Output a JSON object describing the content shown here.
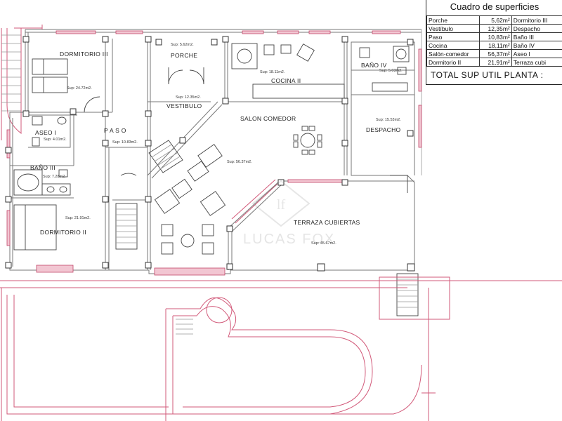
{
  "legend": {
    "title": "Cuadro de superficies",
    "rows": [
      {
        "name": "Porche",
        "value": "5,62m²",
        "right": "Dormitorio III"
      },
      {
        "name": "Vestíbulo",
        "value": "12,35m²",
        "right": "Despacho"
      },
      {
        "name": "Paso",
        "value": "10,83m²",
        "right": "Baño III"
      },
      {
        "name": "Cocina",
        "value": "18,11m²",
        "right": "Baño IV"
      },
      {
        "name": "Salón-comedor",
        "value": "56,37m²",
        "right": "Aseo I"
      },
      {
        "name": "Dormitorio II",
        "value": "21,91m²",
        "right": "Terraza cubi"
      }
    ],
    "total": "TOTAL SUP UTIL PLANTA :"
  },
  "rooms": {
    "dormitorio3": {
      "name": "DORMITORIO  III",
      "sup": "Sup:  24.72m2."
    },
    "porche": {
      "name": "PORCHE",
      "sup": "Sup:  5.62m2."
    },
    "cocina": {
      "name": "COCINA  II",
      "sup": "Sup:  18.11m2."
    },
    "bano4": {
      "name": "BAÑO  IV",
      "sup": "Sup:  5.03m2."
    },
    "vestibulo": {
      "name": "VESTIBULO",
      "sup": "Sup:  12.35m2."
    },
    "salon": {
      "name": "SALON  COMEDOR",
      "sup": "Sup:  56.37m2."
    },
    "despacho": {
      "name": "DESPACHO",
      "sup": "Sup:  15.53m2."
    },
    "aseo1": {
      "name": "ASEO  I",
      "sup": "Sup:  4.01m2."
    },
    "paso": {
      "name": "P A S O",
      "sup": "Sup:  10.83m2."
    },
    "bano3": {
      "name": "BAÑO  III",
      "sup": "Sup:  7.28m2."
    },
    "dormitorio2": {
      "name": "DORMITORIO  II",
      "sup": "Sup:  21.91m2."
    },
    "terraza": {
      "name": "TERRAZA  CUBIERTAS",
      "sup": "Sup:  45.67m2."
    }
  },
  "watermark": "LUCAS FOX",
  "colors": {
    "accent_line": "#d25a7a",
    "wall": "#777777",
    "text": "#222222"
  }
}
